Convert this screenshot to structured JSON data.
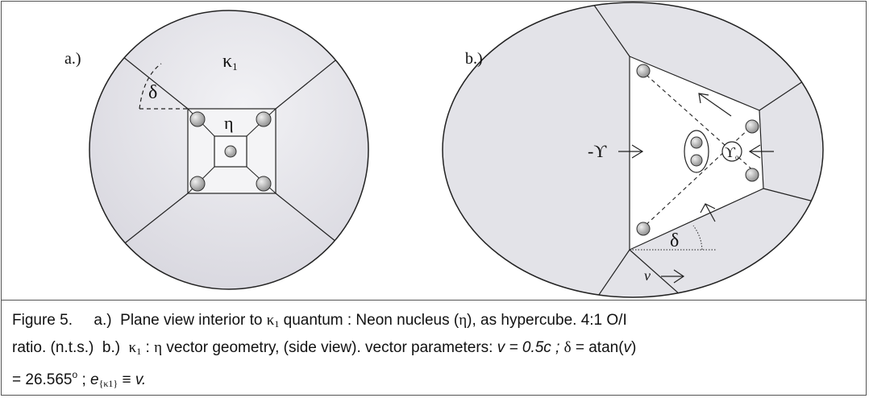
{
  "panel_a": {
    "label": "a.)",
    "kappa_symbol": "κ",
    "kappa_sub": "1",
    "delta_symbol": "δ",
    "eta_symbol": "η"
  },
  "panel_b": {
    "label": "b.)",
    "upsilon_left": "-ϒ",
    "upsilon_center": "ϒ",
    "upsilon_center_sub": "o",
    "delta_symbol": "δ",
    "v_symbol": "v"
  },
  "caption": {
    "figure_label": "Figure 5.",
    "part_a_label": "a.)",
    "part_a_text_1": "Plane view interior to",
    "kappa": "κ",
    "kappa_sub": "1",
    "part_a_text_2": "quantum : Neon nucleus (",
    "eta": "η",
    "part_a_text_3": "), as hypercube. 4:1 O/I",
    "line2_text_1": "ratio. (n.t.s.)",
    "part_b_label": "b.)",
    "line2_text_2": ":",
    "line2_text_3": "vector geometry, (side view). vector parameters:",
    "v_eq": "v = 0.5c ;",
    "delta": "δ",
    "atan_text": "= atan(",
    "v": "v",
    "atan_close": ")",
    "line3_text_1": "= 26.565",
    "degree_sup": "o",
    "line3_text_2": ";",
    "e_symbol": "e",
    "e_sub": "{κ1}",
    "equiv": "≡",
    "v_end": "v."
  },
  "colors": {
    "gray_fill": "#e4e4ea",
    "gray_dark": "#cfcfd6",
    "line": "#222222",
    "ball": "#a8a8a8"
  }
}
